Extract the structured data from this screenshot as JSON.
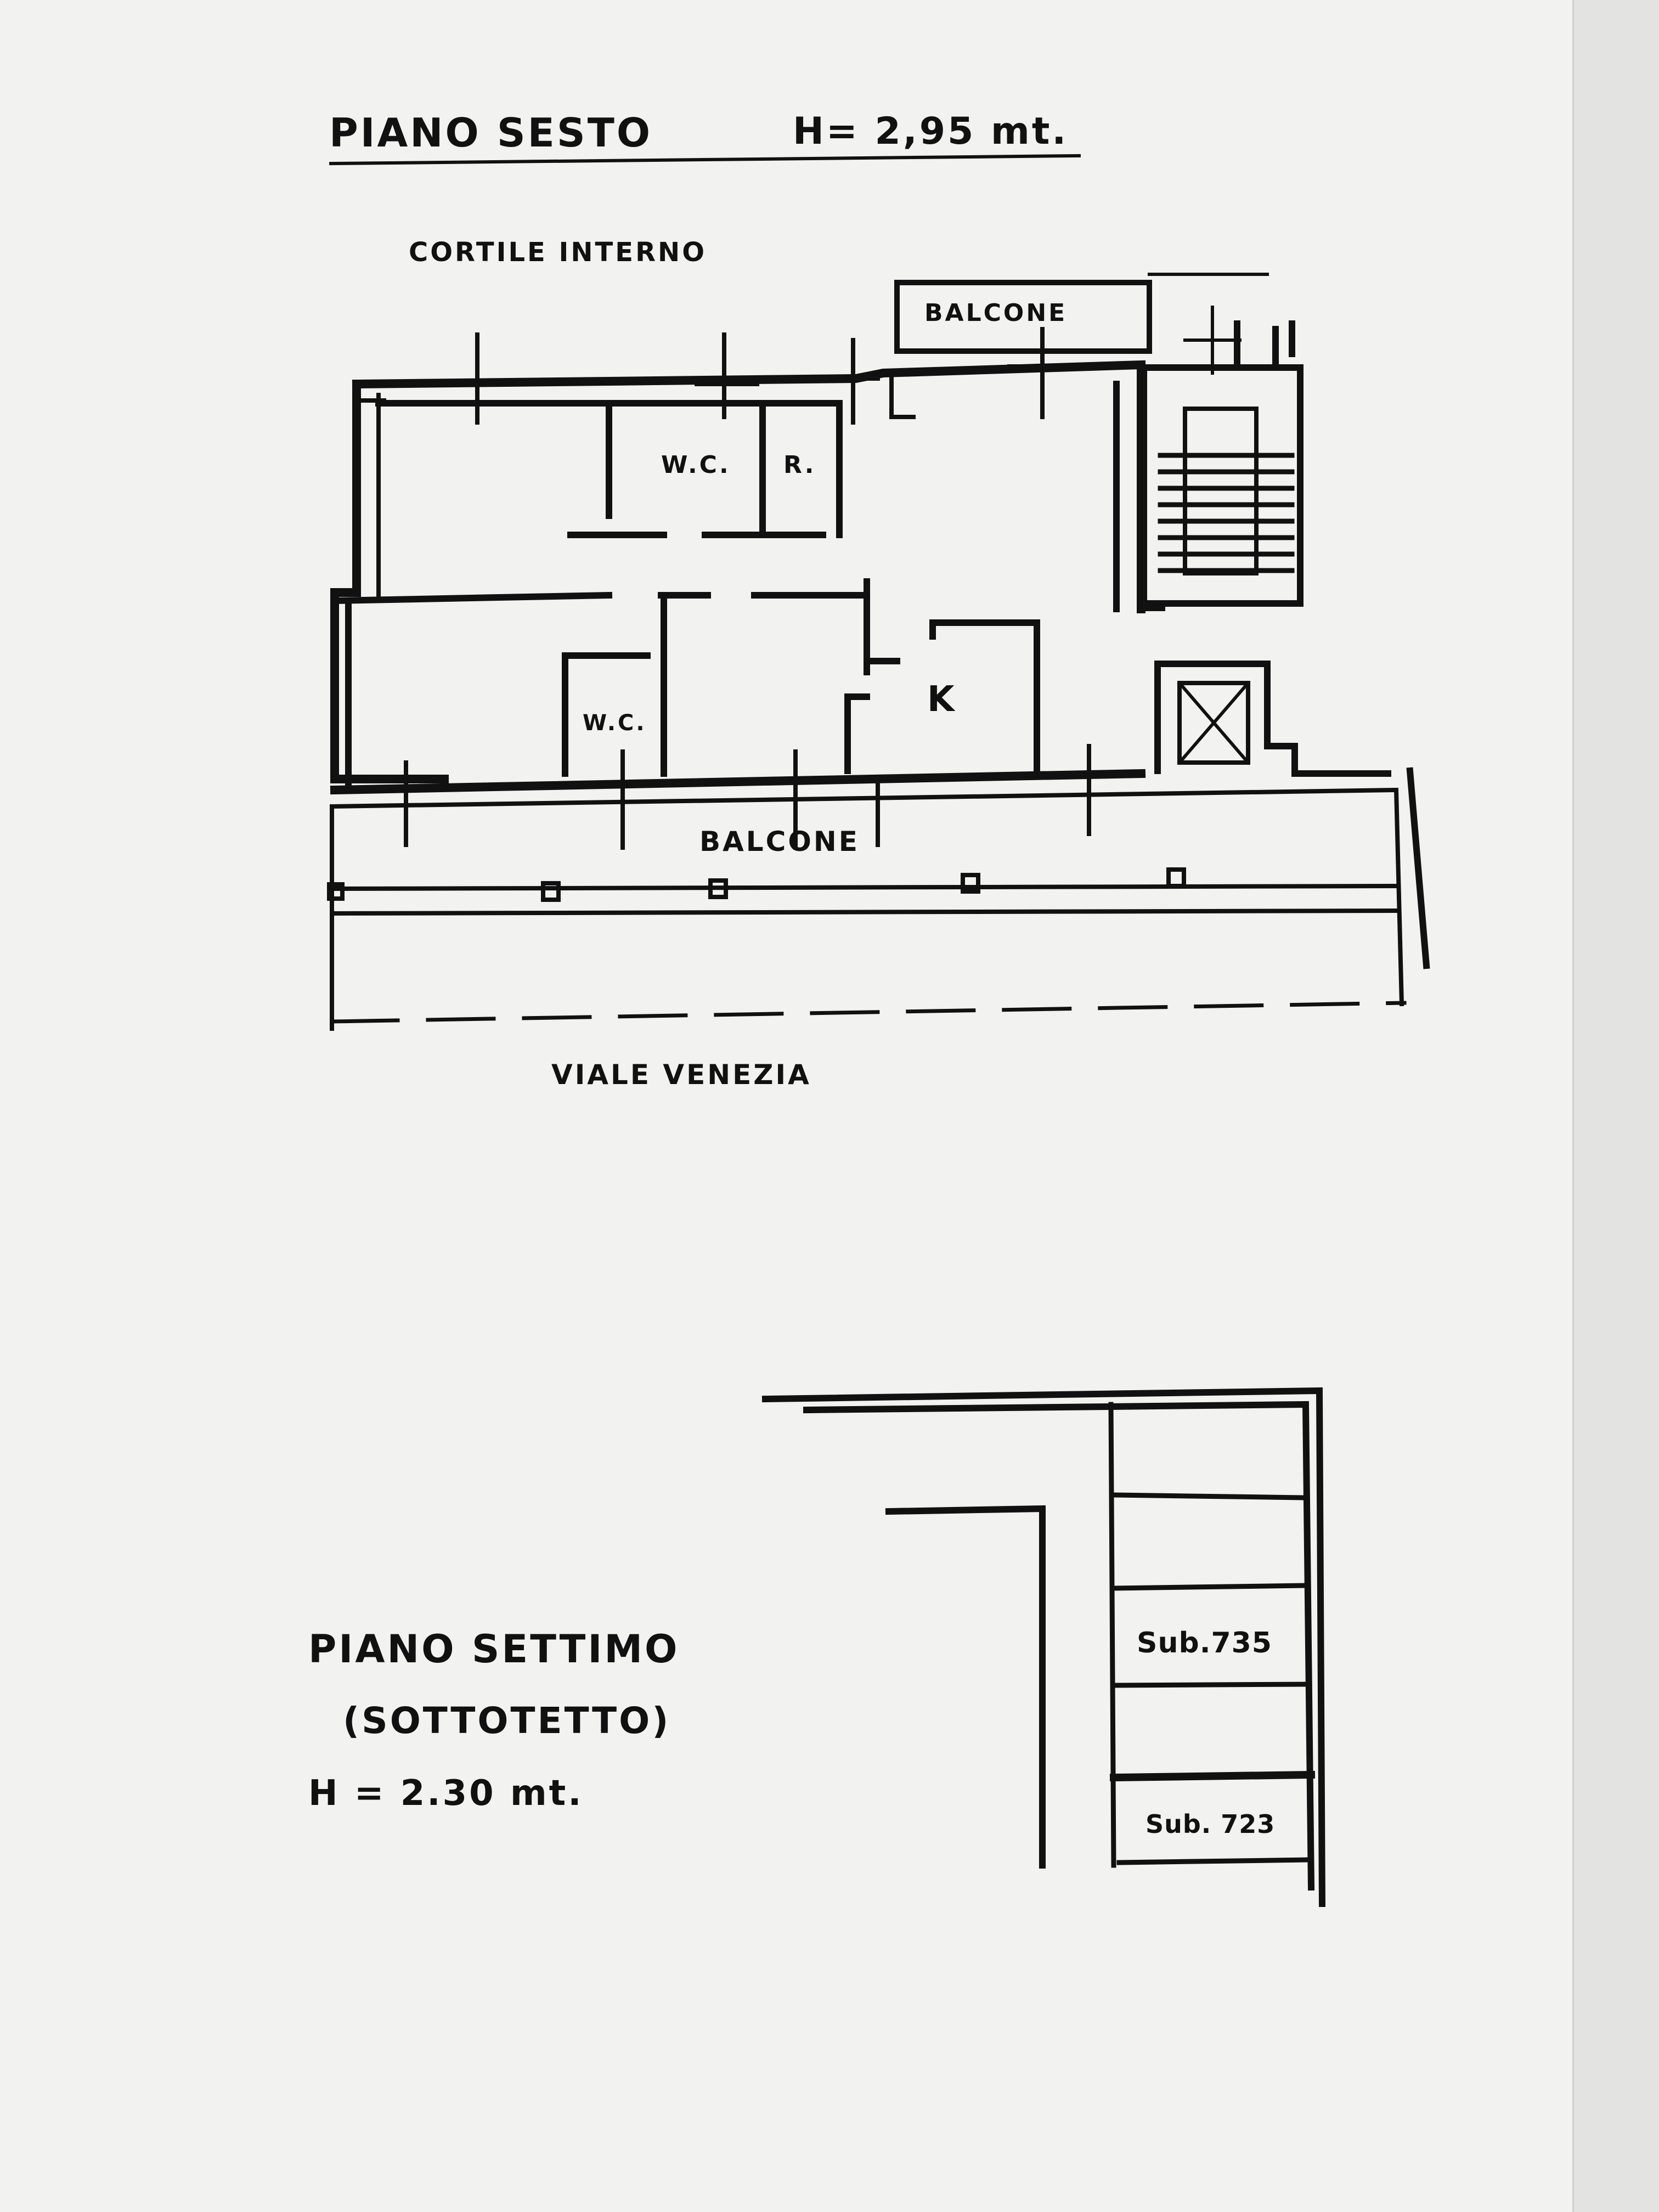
{
  "sesto": {
    "title": "PIANO SESTO",
    "height": "H= 2,95 mt.",
    "courtyard": "CORTILE INTERNO",
    "balcony_top": "BALCONE",
    "wc_top": "W.C.",
    "room_r": "R.",
    "wc_bottom": "W.C.",
    "kitchen": "K",
    "balcony_bottom": "BALCONE",
    "street": "VIALE VENEZIA"
  },
  "settimo": {
    "title": "PIANO SETTIMO",
    "subtitle": "(SOTTOTETTO)",
    "height": "H = 2.30 mt.",
    "sub_735": "Sub.735",
    "sub_723": "Sub. 723"
  },
  "colors": {
    "ink": "#111111",
    "paper": "#f2f2f0"
  }
}
